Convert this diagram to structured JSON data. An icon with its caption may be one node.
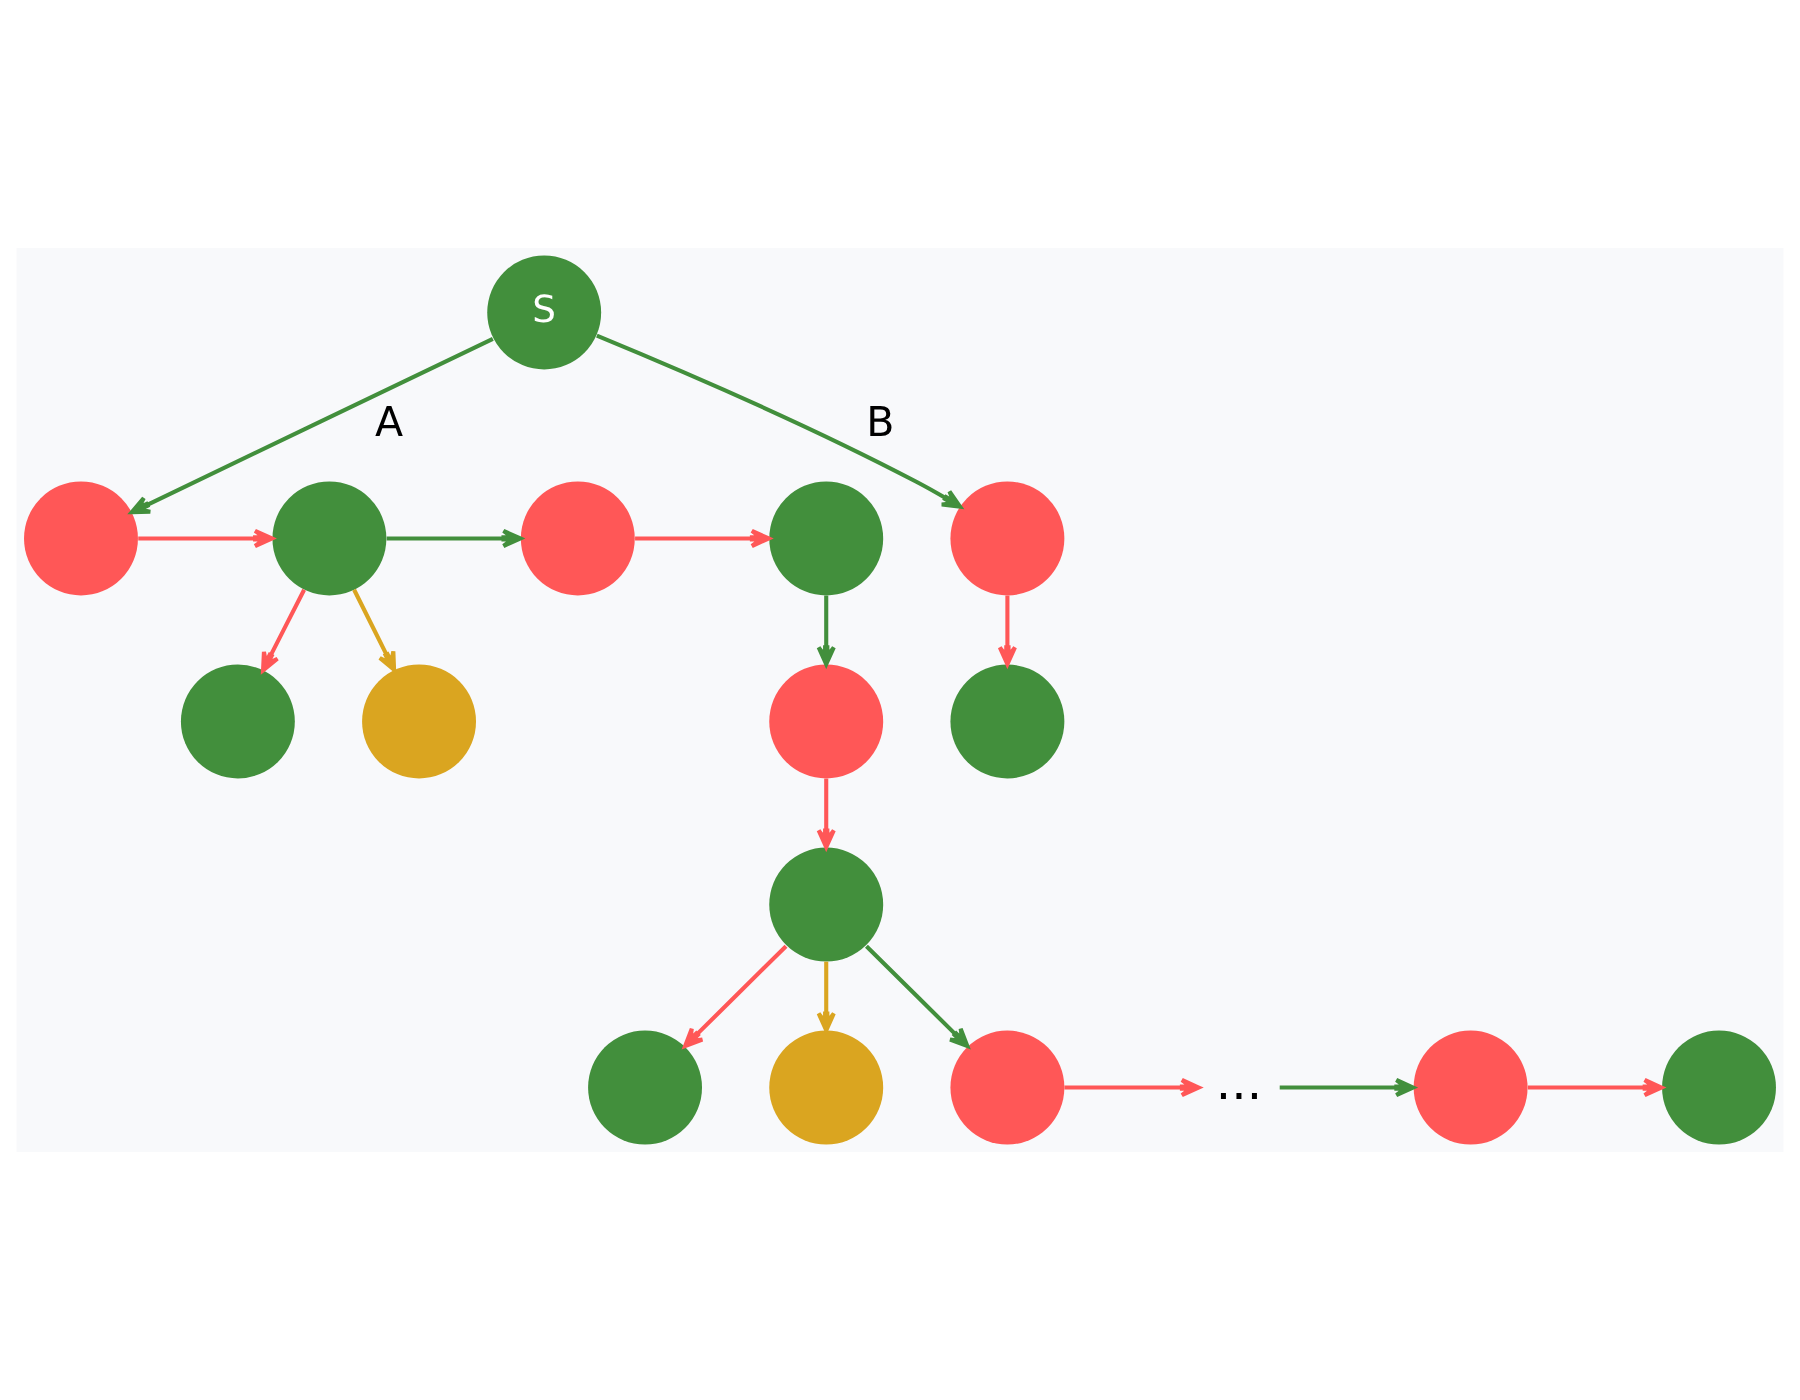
{
  "diagram": {
    "nodes": [
      {
        "text": [
          "S"
        ]
      },
      {
        "text": [],
        "shape": "circle"
      },
      {
        "text": [],
        "shape": "circle"
      },
      {
        "text": [],
        "shape": "circle"
      },
      {
        "text": [],
        "shape": "circle"
      },
      {
        "text": [],
        "shape": "circle"
      },
      {
        "text": [],
        "shape": "circle"
      },
      {
        "text": [],
        "shape": "circle"
      },
      {
        "text": [],
        "shape": "circle"
      },
      {
        "text": [],
        "shape": "circle"
      },
      {
        "text": [
          "..."
        ]
      },
      {
        "text": [],
        "shape": "circle"
      },
      {
        "text": [],
        "shape": "circle"
      },
      {
        "text": [],
        "shape": "circle"
      },
      {
        "text": [],
        "shape": "circle"
      },
      {
        "text": [],
        "shape": "circle"
      },
      {
        "text": [],
        "shape": "circle"
      }
    ],
    "edges": [
      {
        "from": 0,
        "to": 1,
        "arrow": "to",
        "label": "A",
        "color": "#428f3c"
      },
      {
        "from": 1,
        "to": 2,
        "arrow": "to"
      },
      {
        "from": 2,
        "to": 3,
        "arrow": "to",
        "color": "#428f3c"
      },
      {
        "from": 2,
        "to": 13,
        "arrow": "to",
        "color": "#daa520"
      },
      {
        "from": 2,
        "to": 14,
        "arrow": "to"
      },
      {
        "from": 3,
        "to": 4,
        "arrow": "to"
      },
      {
        "from": 4,
        "to": 5,
        "arrow": "to",
        "color": "#428f3c"
      },
      {
        "from": 5,
        "to": 6,
        "arrow": "to"
      },
      {
        "from": 6,
        "to": 7,
        "arrow": "to"
      },
      {
        "from": 6,
        "to": 8,
        "arrow": "to",
        "color": "#daa520"
      },
      {
        "from": 6,
        "to": 9,
        "arrow": "to",
        "color": "#428f3c"
      },
      {
        "from": 9,
        "to": 10,
        "arrow": "to"
      },
      {
        "from": 10,
        "to": 11,
        "arrow": "to",
        "color": "#428f3c"
      },
      {
        "from": 11,
        "to": 12,
        "arrow": "to"
      },
      {
        "from": 0,
        "to": 15,
        "arrow": "to",
        "label": "B",
        "color": "#428f3c"
      },
      {
        "from": 15,
        "to": 16,
        "arrow": "to"
      }
    ]
  }
}
